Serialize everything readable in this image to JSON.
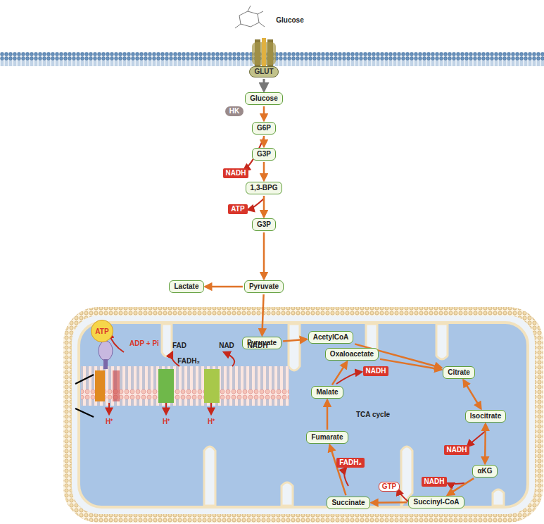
{
  "diagram": {
    "nodes": [
      {
        "text": [
          "GLUT"
        ]
      },
      {
        "text": [
          "Glucose"
        ]
      },
      {
        "text": [
          "HK"
        ]
      },
      {
        "text": [
          "G6P"
        ]
      },
      {
        "text": [
          "G3P"
        ]
      },
      {
        "text": [
          "NADH"
        ]
      },
      {
        "text": [
          "1,3-BPG"
        ]
      },
      {
        "text": [
          "ATP"
        ]
      },
      {
        "text": [
          "G3P"
        ]
      },
      {
        "text": [
          "Lactate"
        ]
      },
      {
        "text": [
          "Pyruvate"
        ]
      },
      {
        "text": [
          "Pyruvate"
        ]
      },
      {
        "text": [
          "AcetylCoA"
        ]
      },
      {
        "text": [
          "Oxaloacetate"
        ]
      },
      {
        "text": [
          "Citrate"
        ]
      },
      {
        "text": [
          "Isocitrate"
        ]
      },
      {
        "text": [
          "NADH"
        ]
      },
      {
        "text": [
          "αKG"
        ]
      },
      {
        "text": [
          "NADH"
        ]
      },
      {
        "text": [
          "Succinyl-CoA"
        ]
      },
      {
        "text": [
          "GTP"
        ]
      },
      {
        "text": [
          "Succinate"
        ]
      },
      {
        "text": [
          "FADH₂"
        ]
      },
      {
        "text": [
          "Fumarate"
        ]
      },
      {
        "text": [
          "Malate"
        ]
      },
      {
        "text": [
          "NADH"
        ]
      },
      {
        "text": [
          "ATP"
        ]
      }
    ],
    "edges": [
      {
        "from": 0,
        "to": 1,
        "arrow": "to"
      },
      {
        "from": 1,
        "to": 3,
        "arrow": "to"
      },
      {
        "from": 3,
        "to": 4,
        "arrow": "to"
      },
      {
        "from": 4,
        "to": 6,
        "arrow": "to"
      },
      {
        "from": 6,
        "to": 8,
        "arrow": "to"
      },
      {
        "from": 8,
        "to": 10,
        "arrow": "to"
      },
      {
        "from": 10,
        "to": 9,
        "arrow": "to"
      },
      {
        "from": 10,
        "to": 11,
        "arrow": "to"
      },
      {
        "from": 11,
        "to": 12,
        "arrow": "to"
      },
      {
        "from": 12,
        "to": 14,
        "arrow": "to"
      },
      {
        "from": 13,
        "to": 14,
        "arrow": "to"
      },
      {
        "from": 14,
        "to": 15,
        "arrow": "both"
      },
      {
        "from": 15,
        "to": 17,
        "arrow": "both"
      },
      {
        "from": 17,
        "to": 19,
        "arrow": "to"
      },
      {
        "from": 19,
        "to": 21,
        "arrow": "to"
      },
      {
        "from": 21,
        "to": 23,
        "arrow": "to"
      },
      {
        "from": 23,
        "to": 24,
        "arrow": "to"
      },
      {
        "from": 24,
        "to": 13,
        "arrow": "to"
      }
    ],
    "labels": [
      "Glucose",
      "TCA cycle",
      "ADP + Pi",
      "FAD",
      "FADH₂",
      "NAD",
      "NADH",
      "H⁺",
      "H⁺",
      "H⁺"
    ]
  }
}
